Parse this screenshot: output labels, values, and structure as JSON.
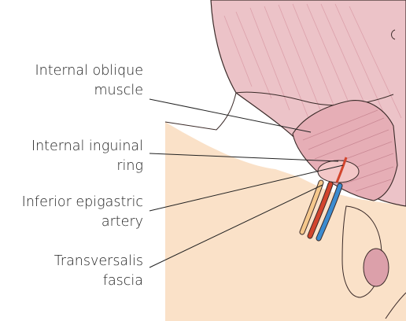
{
  "labels": {
    "internal_oblique": [
      "Internal oblique",
      "muscle"
    ],
    "internal_ring": [
      "Internal inguinal",
      "ring"
    ],
    "epigastric_artery": [
      "Inferior epigastric",
      "artery"
    ],
    "transversalis": [
      "Transversalis",
      "fascia"
    ]
  },
  "colors": {
    "skin": "#fae1c8",
    "muscle": "#ecc3c8",
    "muscle_shade": "#dca0aa",
    "outline": "#3a2a28",
    "artery": "#d2452d",
    "vein": "#3c8cd0",
    "vas": "#f5c88c"
  }
}
